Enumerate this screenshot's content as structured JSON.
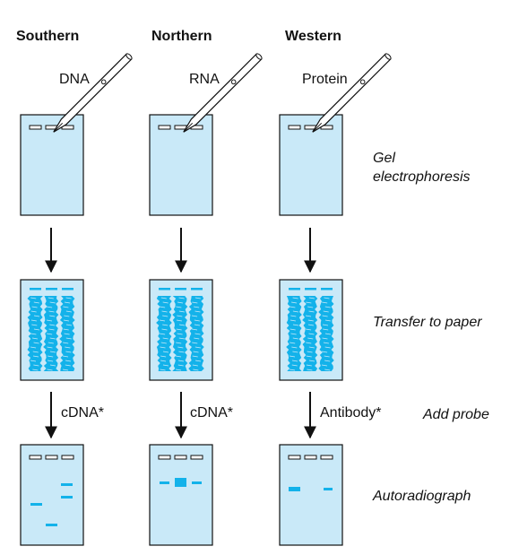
{
  "columns": [
    {
      "title": "Southern",
      "sample": "DNA",
      "probe": "cDNA*"
    },
    {
      "title": "Northern",
      "sample": "RNA",
      "probe": "cDNA*"
    },
    {
      "title": "Western",
      "sample": "Protein",
      "probe": "Antibody*"
    }
  ],
  "steps": {
    "gel_line1": "Gel",
    "gel_line2": "electrophoresis",
    "transfer": "Transfer to paper",
    "add_probe": "Add probe",
    "autoradiograph": "Autoradiograph"
  },
  "colors": {
    "gel_fill": "#c9e9f8",
    "band": "#13b2ea",
    "outline": "#111111"
  }
}
